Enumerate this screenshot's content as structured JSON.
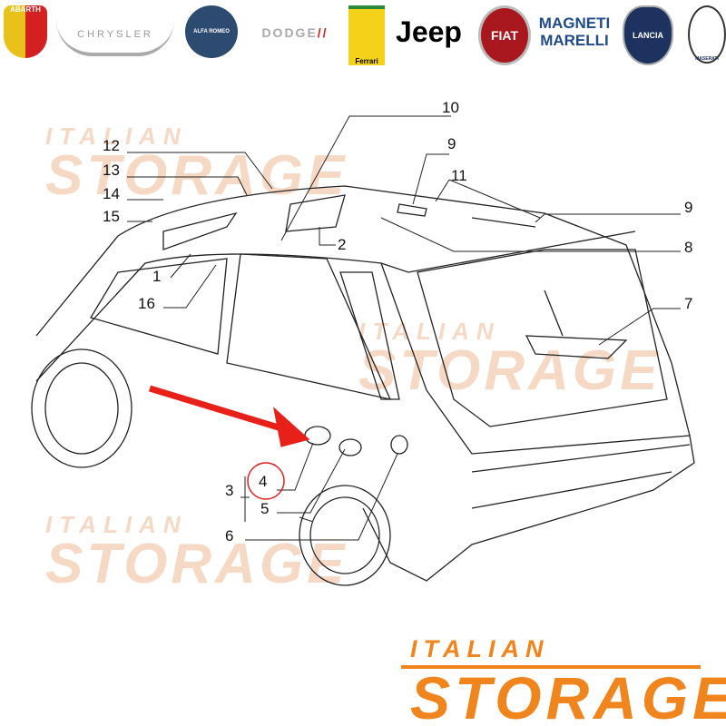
{
  "brands": [
    "ABARTH",
    "CHRYSLER",
    "ALFA ROMEO",
    "DODGE",
    "Ferrari",
    "Jeep",
    "FIAT",
    "MAGNETI MARELLI",
    "LANCIA",
    "MASERATI"
  ],
  "watermark": {
    "line1": "ITALIAN",
    "line2": "STORAGE"
  },
  "brand_logo": {
    "line1": "ITALIAN",
    "line2": "STORAGE",
    "color": "#f0851e"
  },
  "callouts": [
    "10",
    "12",
    "9",
    "13",
    "11",
    "14",
    "9",
    "15",
    "2",
    "8",
    "1",
    "16",
    "7",
    "4",
    "3",
    "5",
    "6"
  ],
  "highlight": {
    "part": "4",
    "color": "#e02020"
  }
}
